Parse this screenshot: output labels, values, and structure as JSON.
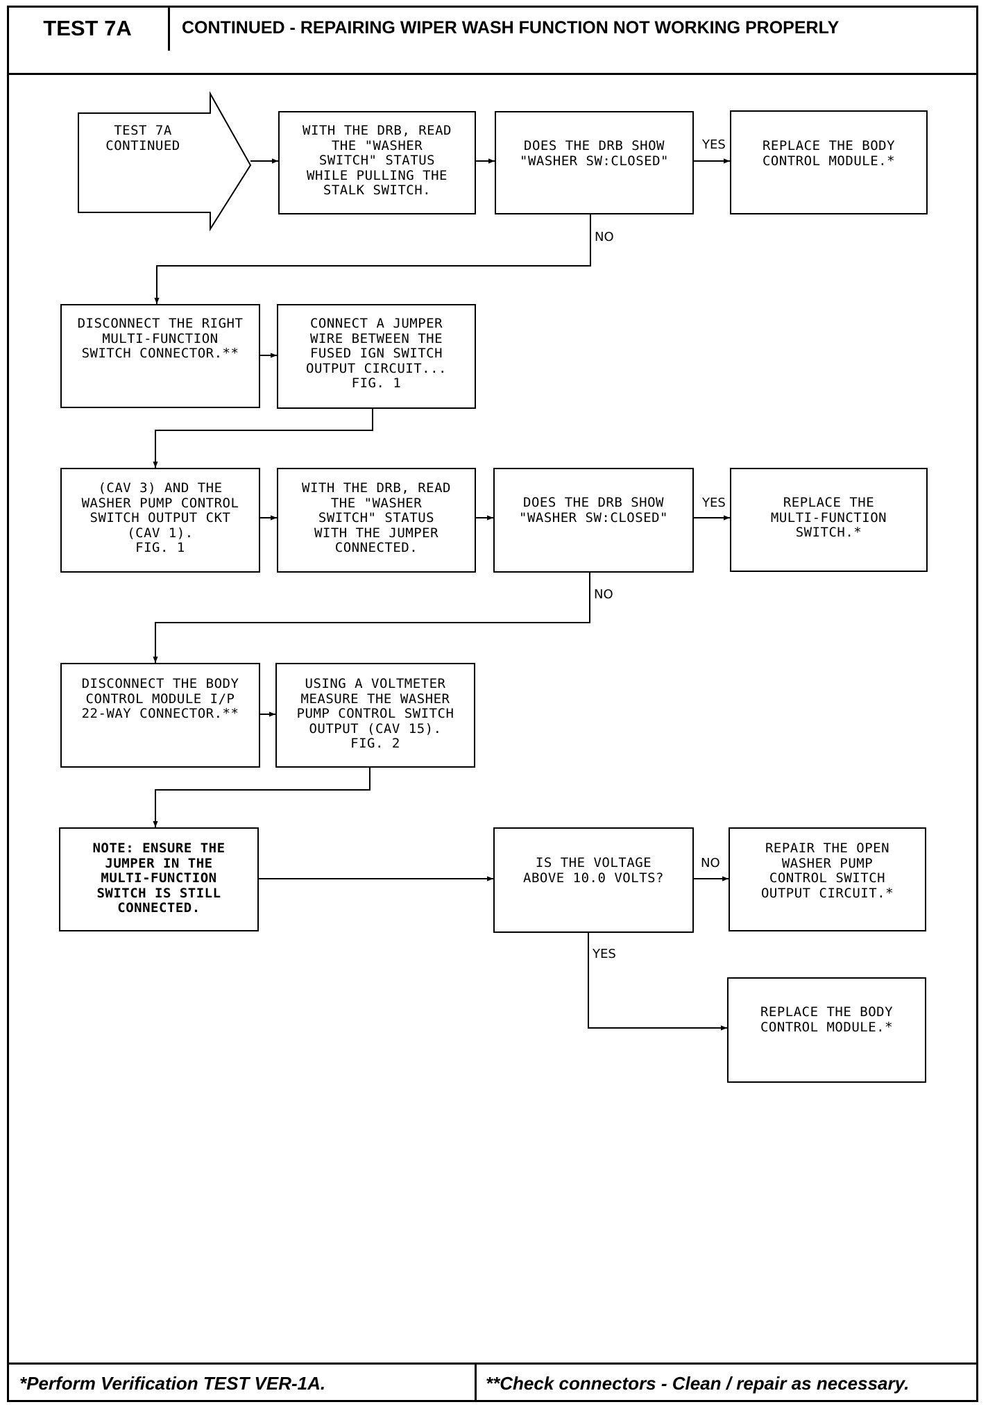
{
  "header": {
    "test_tag": "TEST 7A",
    "title": "CONTINUED - REPAIRING WIPER WASH FUNCTION NOT WORKING PROPERLY"
  },
  "footer": {
    "left": "*Perform Verification TEST VER-1A.",
    "right": "**Check connectors - Clean / repair as necessary."
  },
  "nodes": {
    "start": "TEST 7A\nCONTINUED",
    "read_status_stalk": "WITH THE DRB, READ\nTHE \"WASHER\nSWITCH\" STATUS\nWHILE PULLING THE\nSTALK SWITCH.",
    "q_washer_closed_1": "DOES THE DRB SHOW\n\"WASHER SW:CLOSED\"",
    "replace_bcm_1": "REPLACE THE BODY\nCONTROL MODULE.*",
    "disconnect_mfs": "DISCONNECT THE RIGHT\nMULTI-FUNCTION\nSWITCH CONNECTOR.**",
    "connect_jumper": "CONNECT A JUMPER\nWIRE BETWEEN THE\nFUSED IGN SWITCH\nOUTPUT CIRCUIT...\nFIG. 1",
    "cav3_washer_pump": "(CAV 3) AND THE\nWASHER PUMP CONTROL\nSWITCH OUTPUT CKT\n(CAV 1).\nFIG. 1",
    "read_status_jumper": "WITH THE DRB, READ\nTHE \"WASHER\nSWITCH\" STATUS\nWITH THE JUMPER\nCONNECTED.",
    "q_washer_closed_2": "DOES THE DRB SHOW\n\"WASHER SW:CLOSED\"",
    "replace_mfs": "REPLACE THE\nMULTI-FUNCTION\nSWITCH.*",
    "disconnect_bcm": "DISCONNECT THE BODY\nCONTROL MODULE I/P\n22-WAY CONNECTOR.**",
    "voltmeter": "USING A VOLTMETER\nMEASURE THE WASHER\nPUMP CONTROL SWITCH\nOUTPUT (CAV 15).\nFIG. 2",
    "note_jumper": "NOTE: ENSURE THE\nJUMPER IN THE\nMULTI-FUNCTION\nSWITCH IS STILL\nCONNECTED.",
    "q_voltage": "IS THE VOLTAGE\nABOVE 10.0 VOLTS?",
    "repair_open": "REPAIR THE OPEN\nWASHER PUMP\nCONTROL SWITCH\nOUTPUT CIRCUIT.*",
    "replace_bcm_2": "REPLACE THE BODY\nCONTROL MODULE.*"
  },
  "edge_labels": {
    "yes1": "YES",
    "no1": "NO",
    "yes2": "YES",
    "no2": "NO",
    "no3": "NO",
    "yes3": "YES"
  }
}
